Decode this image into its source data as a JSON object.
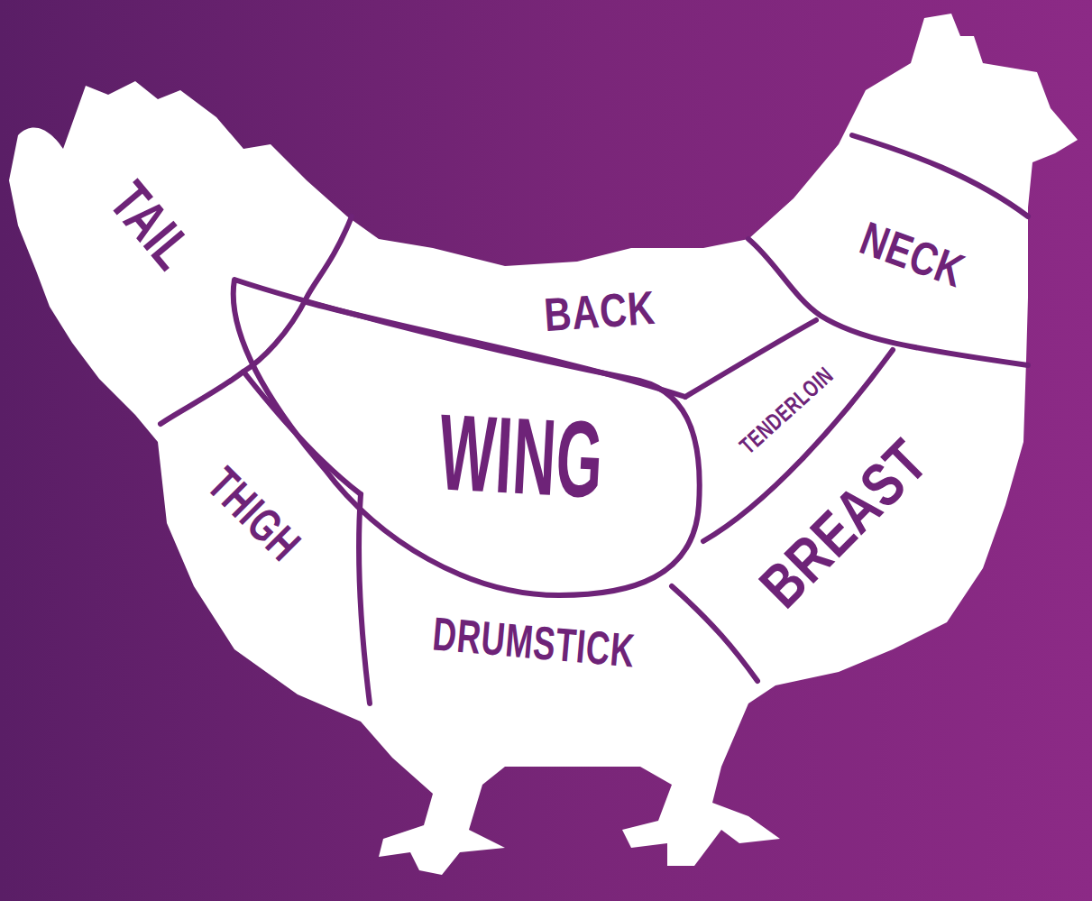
{
  "diagram": {
    "labels": [
      "TAIL",
      "BACK",
      "NECK",
      "WING",
      "TENDERLOIN",
      "THIGH",
      "BREAST",
      "DRUMSTICK"
    ]
  }
}
